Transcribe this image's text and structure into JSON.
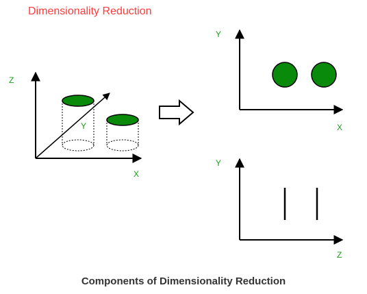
{
  "title": "Dimensionality  Reduction",
  "caption": "Components of Dimensionality Reduction",
  "labels": {
    "plot3d": {
      "z": "Z",
      "y": "Y",
      "x": "X"
    },
    "plotTopRight": {
      "y": "Y",
      "x": "X"
    },
    "plotBottomRight": {
      "y": "Y",
      "z": "Z"
    }
  },
  "colors": {
    "title": "#ff3b3b",
    "axisLabel": "#1a9a1a",
    "fill": "#0a8a0a",
    "stroke": "#000000"
  },
  "icons": {
    "transform": "right-arrow-icon"
  }
}
